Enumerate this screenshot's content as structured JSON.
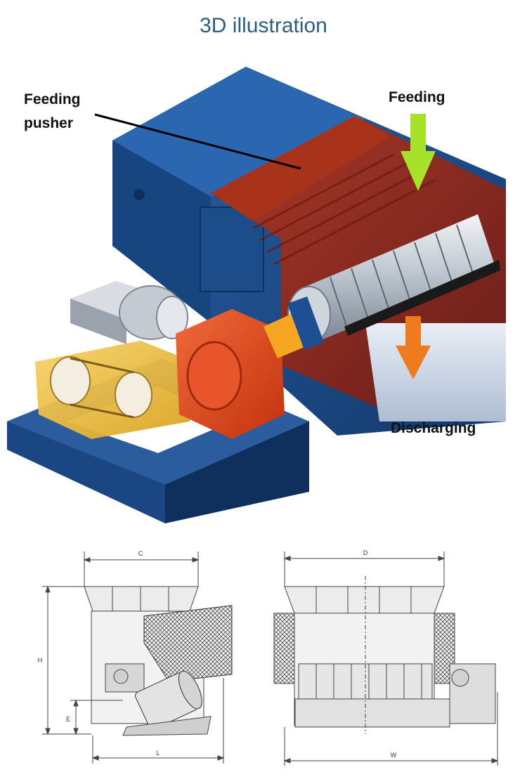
{
  "title": "3D illustration",
  "labels": {
    "feeding_pusher_line1": "Feeding",
    "feeding_pusher_line2": "pusher",
    "feeding": "Feeding",
    "discharging": "Discharging"
  },
  "dimensions": {
    "c": "C",
    "d": "D",
    "h": "H",
    "e": "E",
    "l": "L",
    "w": "W"
  },
  "colors": {
    "title": "#2b5f80",
    "frame_blue": "#1f4f8f",
    "chamber_red": "#9c2a1a",
    "gearbox_orange": "#e0461e",
    "belt_cover_yellow": "#f2c23c",
    "feeding_arrow": "#a6e22a",
    "discharging_arrow": "#f07a1e"
  }
}
